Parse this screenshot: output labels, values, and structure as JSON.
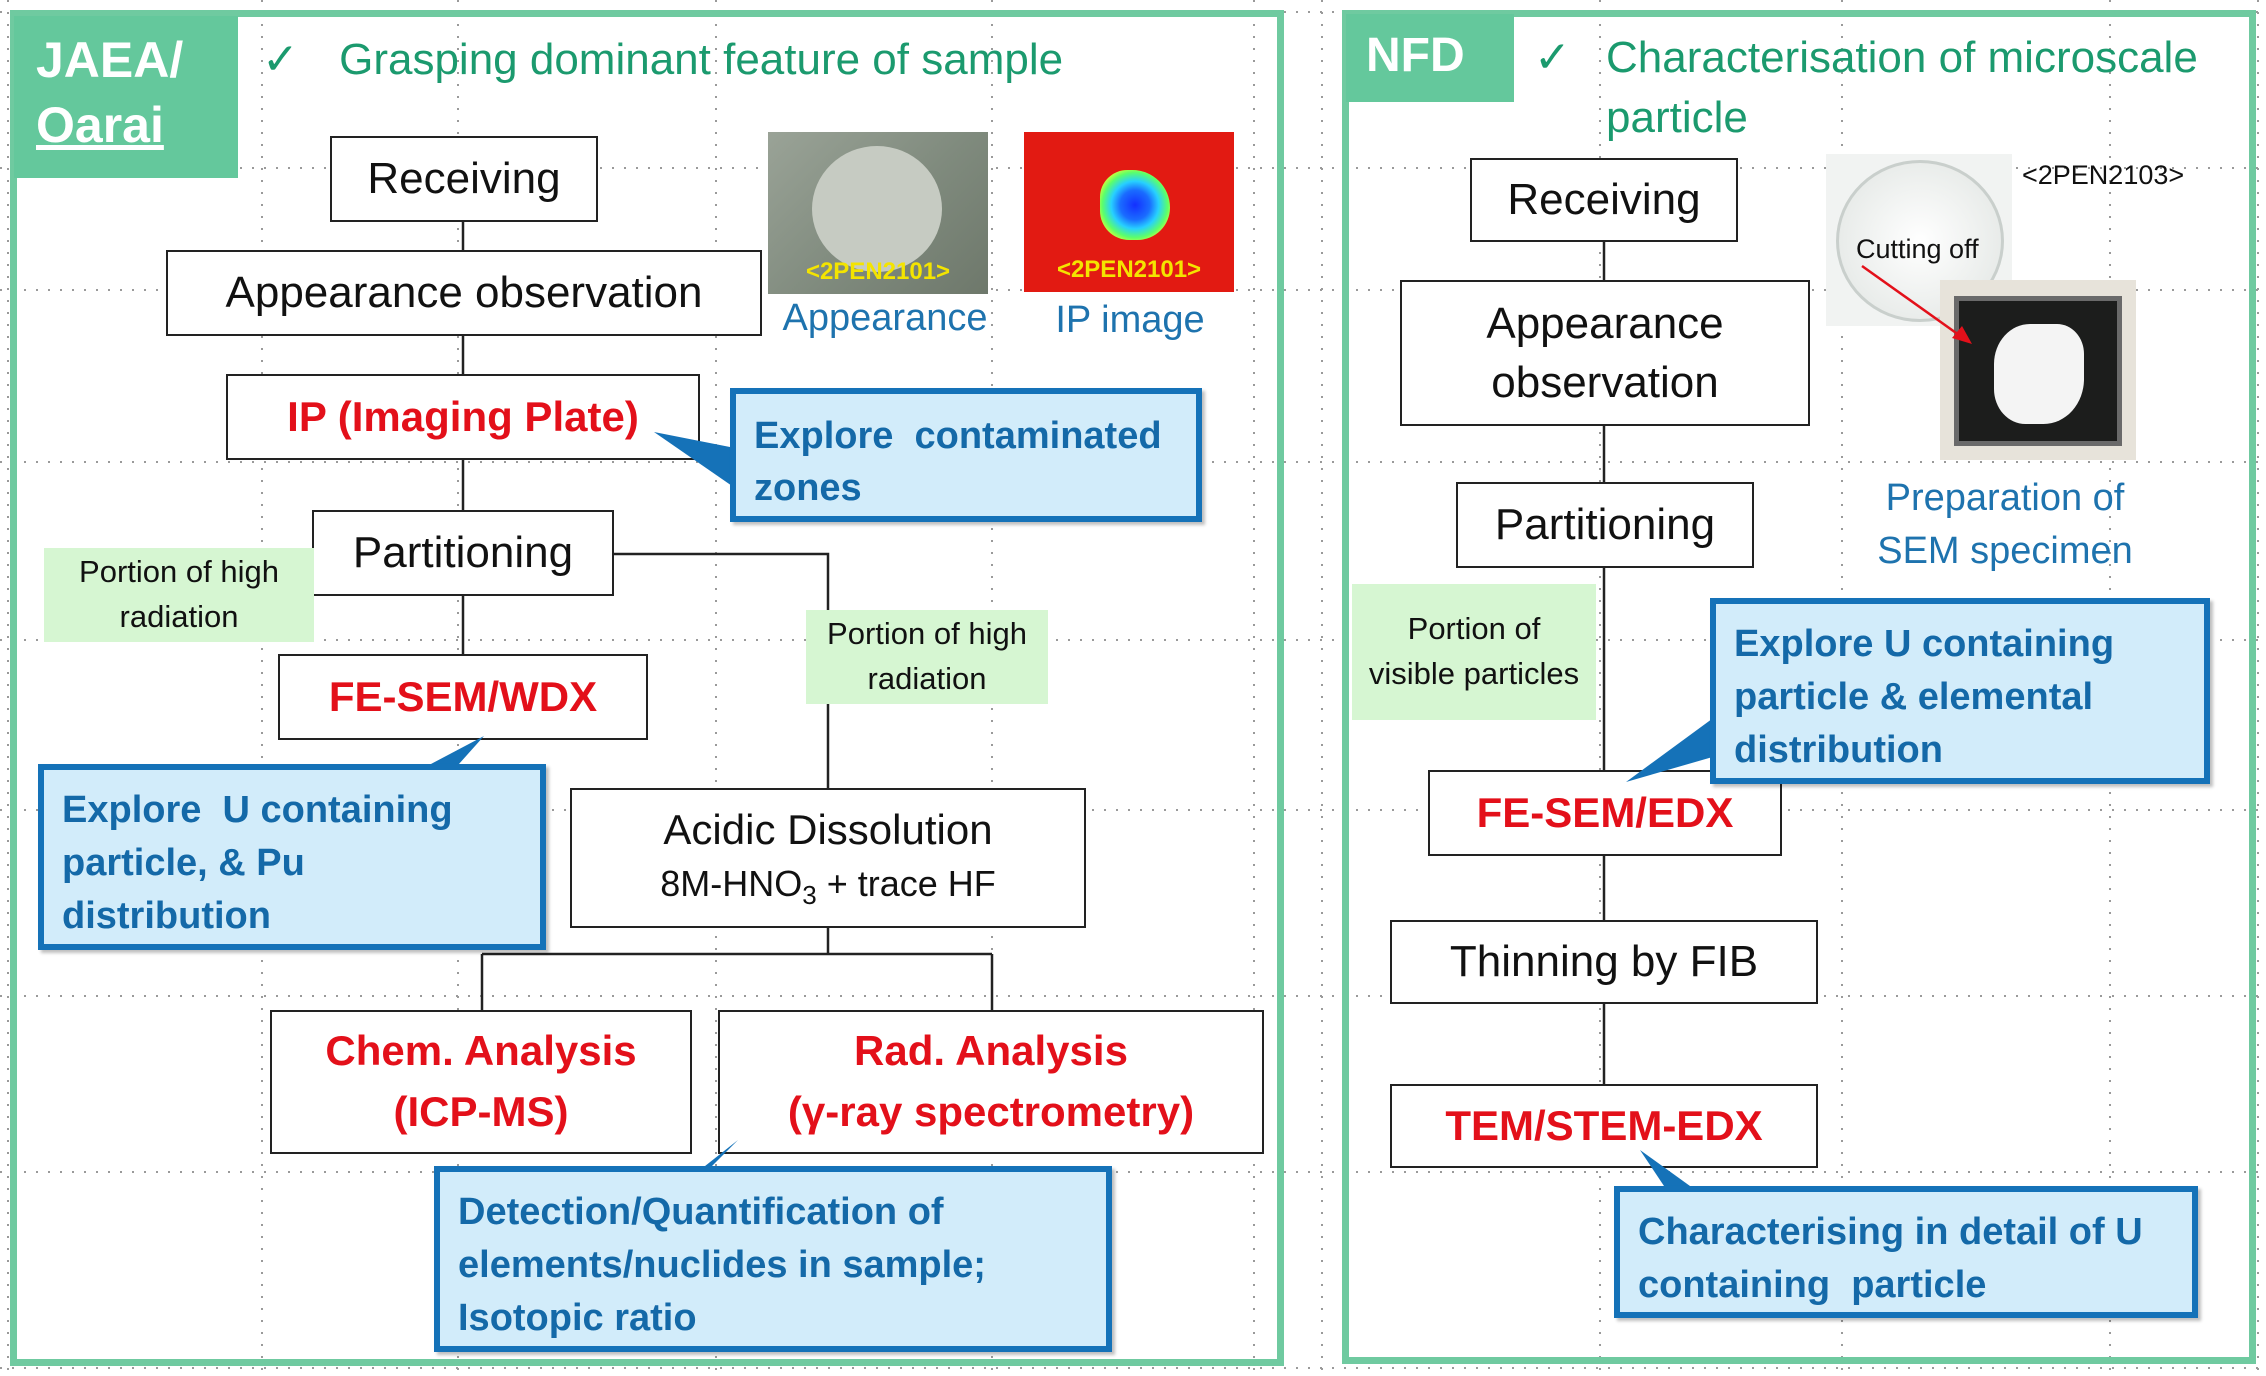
{
  "left_panel": {
    "tag": [
      "JAEA/",
      "Oarai"
    ],
    "check": "✓",
    "heading": "Grasping dominant feature of sample",
    "steps": {
      "receiving": "Receiving",
      "appearance": "Appearance observation",
      "ip": "IP (Imaging Plate)",
      "partitioning": "Partitioning",
      "fesem": "FE-SEM/WDX",
      "acidic": {
        "title": "Acidic Dissolution",
        "reagent_pre": "8M-HNO",
        "reagent_sub": "3",
        "reagent_post": " + trace HF"
      },
      "chem": [
        "Chem. Analysis",
        "(ICP-MS)"
      ],
      "rad": [
        "Rad. Analysis",
        "(γ-ray spectrometry)"
      ]
    },
    "notes": {
      "portion_left": [
        "Portion of high",
        "radiation"
      ],
      "portion_right": [
        "Portion of high",
        "radiation"
      ]
    },
    "callouts": {
      "explore_zones": [
        "Explore  contaminated",
        "zones"
      ],
      "explore_u": [
        "Explore  U containing",
        "particle, & Pu",
        "distribution"
      ],
      "detection": [
        "Detection/Quantification of",
        "elements/nuclides in sample;",
        "Isotopic ratio"
      ]
    },
    "images": {
      "appearance_label": "<2PEN2101>",
      "appearance_caption": "Appearance",
      "ip_label": "<2PEN2101>",
      "ip_caption": "IP image"
    }
  },
  "right_panel": {
    "tag": "NFD",
    "check": "✓",
    "heading": [
      "Characterisation of microscale",
      "particle"
    ],
    "steps": {
      "receiving": "Receiving",
      "appearance": [
        "Appearance",
        "observation"
      ],
      "partitioning": "Partitioning",
      "fesem": "FE-SEM/EDX",
      "thinning": "Thinning by FIB",
      "tem": "TEM/STEM-EDX"
    },
    "notes": {
      "portion": [
        "Portion of",
        "visible particles"
      ]
    },
    "callouts": {
      "explore_u": [
        "Explore U containing",
        "particle & elemental",
        "distribution"
      ],
      "characterising": [
        "Characterising in detail of U",
        "containing  particle"
      ]
    },
    "images": {
      "sample_label": "<2PEN2103>",
      "cutting_label": "Cutting off",
      "caption": [
        "Preparation of",
        "SEM specimen"
      ]
    }
  },
  "colors": {
    "panel_border": "#6fcaa0",
    "tag_fill": "#64c89c",
    "heading": "#1b9a6e",
    "red_text": "#e3101a",
    "callout_fill": "#d2ecfa",
    "callout_border": "#1572b8",
    "note_fill": "#d6f6d2"
  }
}
